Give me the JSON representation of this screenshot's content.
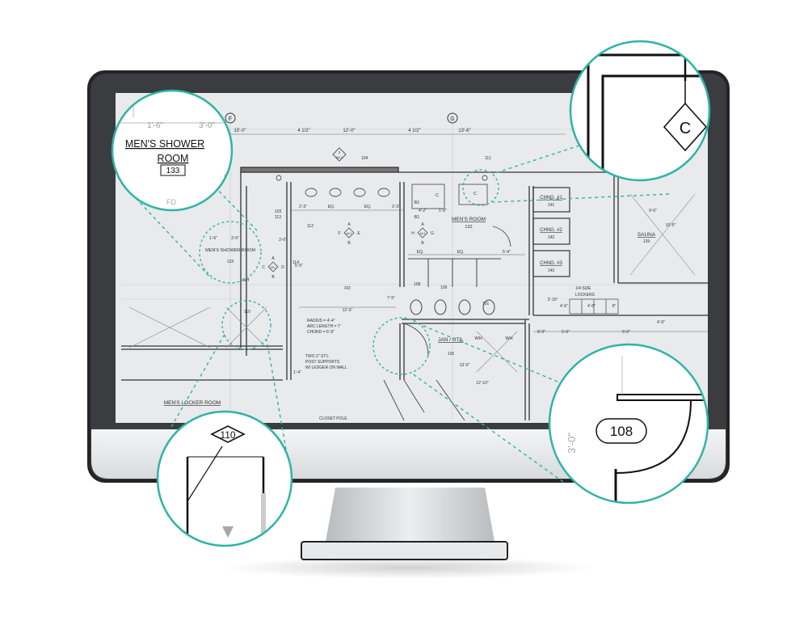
{
  "colors": {
    "accent": "#2fb3a8",
    "bezel": "#2b2d30",
    "stand": "#cfd2d4",
    "drawing_bg": "#e9eaeb",
    "line": "#333333"
  },
  "monitor": {
    "drawing": {
      "grid_labels": [
        "F",
        "G"
      ],
      "top_dimensions": [
        "15'-0\"",
        "4 1/2\"",
        "12'-0\"",
        "4 1/2\"",
        "13'-6\""
      ],
      "section_marker": {
        "id": "2",
        "sheet": "A5.1"
      },
      "room_labels": [
        {
          "name": "MEN'S SHOWER ROOM",
          "number": "133"
        },
        {
          "name": "MEN'S ROOM",
          "number": "132"
        },
        {
          "name": "CHNG. #1",
          "number": "141"
        },
        {
          "name": "CHNG. #2",
          "number": "142"
        },
        {
          "name": "CHNG. #3",
          "number": "143"
        },
        {
          "name": "SAUNA",
          "number": "139"
        },
        {
          "name": "JAN / UTIL",
          "number": "135"
        },
        {
          "name": "MEN'S LOCKER ROOM",
          "number": ""
        }
      ],
      "door_tags": [
        "104",
        "111",
        "103",
        "112",
        "110",
        "108",
        "109",
        "101",
        "113",
        "114"
      ],
      "interior_elevations": [
        {
          "letters": [
            "A",
            "F",
            "E",
            "B"
          ],
          "sheet": "A5.1"
        },
        {
          "letters": [
            "A",
            "H",
            "G",
            "B"
          ],
          "sheet": "A5.1"
        },
        {
          "letters": [
            "A",
            "C",
            "D",
            "B"
          ],
          "sheet": "A5.1"
        }
      ],
      "plumbing_labels": [
        "B1",
        "C",
        "C",
        "B1",
        "WH",
        "WH"
      ],
      "dimensions": [
        "2'-3\"",
        "EQ.",
        "EQ.",
        "2'-3\"",
        "4'-2\"",
        "1'-6\"",
        "EQ.",
        "EQ.",
        "5'-4\"",
        "9'-6\"",
        "10'-5\"",
        "1'-6\"",
        "3'-0\"",
        "5'-5\"",
        "7'-5\"",
        "3'-0\"",
        "12'-0\"",
        "13'-0\"",
        "12'-10\"",
        "4'-6\"",
        "4'-6\"",
        "8\"",
        "5'-0\"",
        "6'-0\"",
        "8'-0\"",
        "3'-10\"",
        "1'-4\"",
        "4'-9\""
      ],
      "notes": [
        "FD",
        "RADIUS = 4'-4\"",
        "ARC LENGTH = 7'",
        "CHORD = 6'-9\"",
        "TWO 2\" ST'L",
        "POST SUPPORTS",
        "W/ LEDGER ON WALL",
        "1/4 SIZE",
        "LOCKERS",
        "CLOSET POLE",
        "WH"
      ]
    }
  },
  "callouts": {
    "shower": {
      "dims": [
        "1'-6\"",
        "3'-0\""
      ],
      "title": "MEN'S SHOWER",
      "subtitle": "ROOM",
      "number": "133",
      "extra": "FD"
    },
    "elevation": {
      "letter": "C"
    },
    "door_108": {
      "tag": "108",
      "dim": "3'-0\""
    },
    "door_110": {
      "tag": "110"
    }
  }
}
